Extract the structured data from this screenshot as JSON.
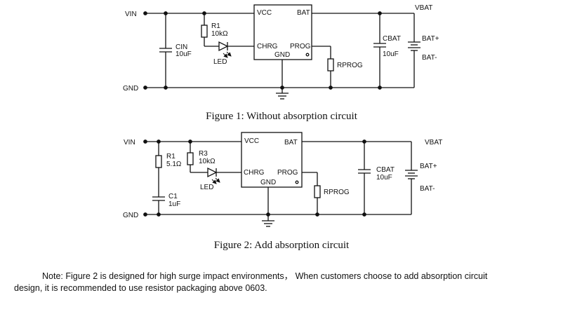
{
  "figure1": {
    "caption": "Figure 1: Without absorption circuit",
    "vin": "VIN",
    "gnd": "GND",
    "vbat": "VBAT",
    "chip": {
      "vcc": "VCC",
      "bat": "BAT",
      "chrg": "CHRG",
      "prog": "PROG",
      "gnd": "GND"
    },
    "r1": {
      "name": "R1",
      "value": "10kΩ"
    },
    "led": "LED",
    "cin": {
      "name": "CIN",
      "value": "10uF"
    },
    "rprog": "RPROG",
    "cbat": {
      "name": "CBAT",
      "value": "10uF"
    },
    "bat_plus": "BAT+",
    "bat_minus": "BAT-"
  },
  "figure2": {
    "caption": "Figure 2: Add absorption circuit",
    "vin": "VIN",
    "gnd": "GND",
    "vbat": "VBAT",
    "chip": {
      "vcc": "VCC",
      "bat": "BAT",
      "chrg": "CHRG",
      "prog": "PROG",
      "gnd": "GND"
    },
    "r1": {
      "name": "R1",
      "value": "5.1Ω"
    },
    "r3": {
      "name": "R3",
      "value": "10kΩ"
    },
    "led": "LED",
    "c1": {
      "name": "C1",
      "value": "1uF"
    },
    "rprog": "RPROG",
    "cbat": {
      "name": "CBAT",
      "value": "10uF"
    },
    "bat_plus": "BAT+",
    "bat_minus": "BAT-"
  },
  "note": {
    "line1": "Note: Figure 2 is designed for high surge impact environments， When customers choose to add absorption circuit",
    "line2": "design, it is recommended to use resistor packaging above 0603."
  }
}
